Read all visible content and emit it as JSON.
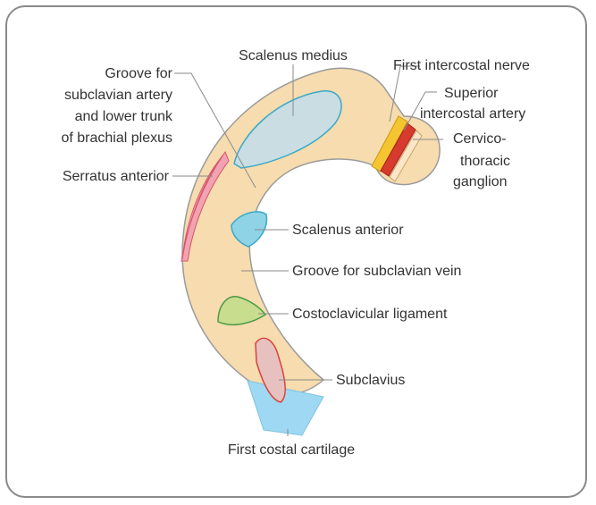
{
  "labels": {
    "scalenus_medius": "Scalenus medius",
    "first_intercostal_nerve": "First intercostal nerve",
    "groove_artery_1": "Groove for",
    "groove_artery_2": "subclavian artery",
    "groove_artery_3": "and lower trunk",
    "groove_artery_4": "of brachial plexus",
    "superior_intercostal_1": "Superior",
    "superior_intercostal_2": "intercostal artery",
    "cervico_1": "Cervico-",
    "cervico_2": "thoracic",
    "cervico_3": "ganglion",
    "serratus_anterior": "Serratus anterior",
    "scalenus_anterior": "Scalenus anterior",
    "groove_vein": "Groove for subclavian vein",
    "costoclavicular": "Costoclavicular ligament",
    "subclavius": "Subclavius",
    "first_costal_cartilage": "First costal cartilage"
  },
  "colors": {
    "bone": "#f6dcae",
    "bone_outline": "#9b9b9b",
    "scalenus_medius": "#c9dde3",
    "scalenus_anterior": "#8fd3e6",
    "costoclavicular": "#c9dd8f",
    "serratus": "#f2a3b1",
    "subclavius": "#e7c1c0",
    "cartilage": "#9fd8f2",
    "artery": "#d83a2e",
    "nerve": "#f4c530",
    "leader": "#8a8a8a"
  }
}
